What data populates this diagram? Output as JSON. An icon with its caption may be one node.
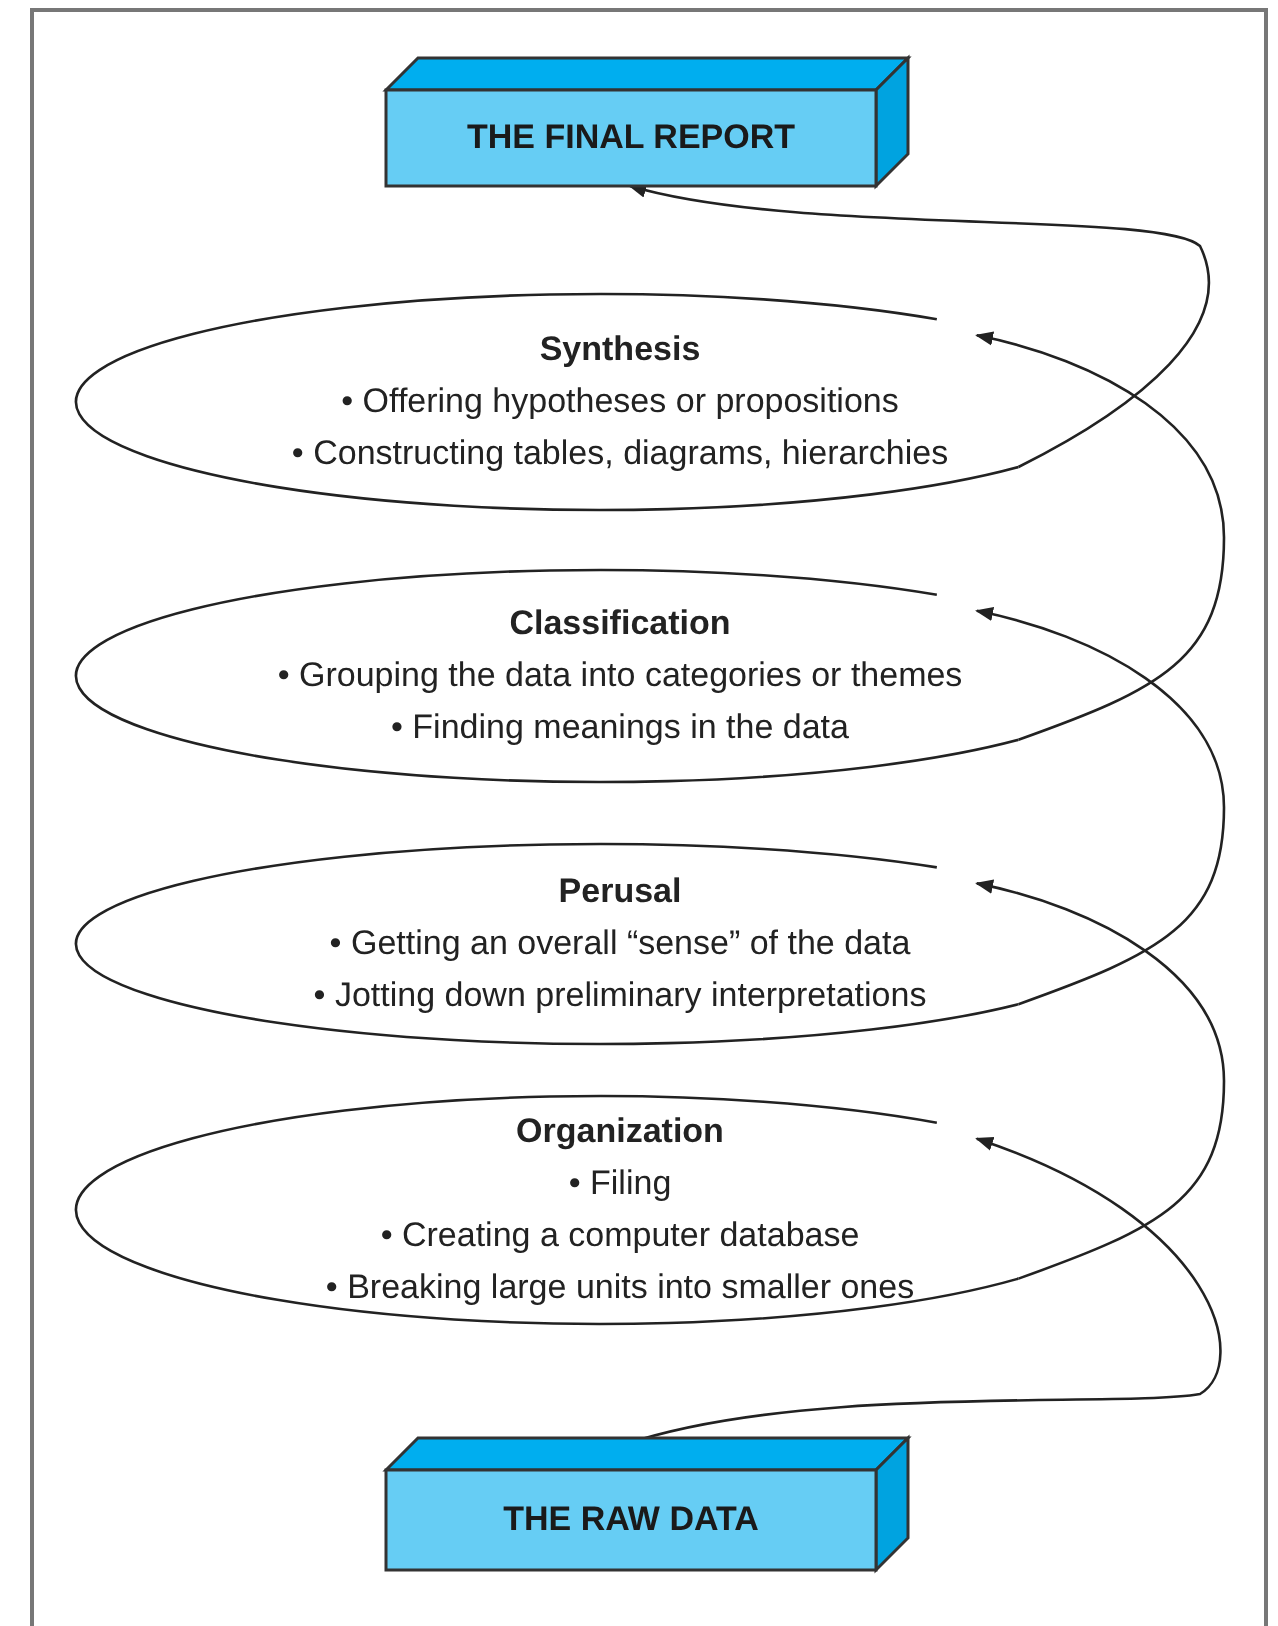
{
  "diagram": {
    "nodes": [
      {
        "text": [
          "THE FINAL REPORT"
        ]
      },
      {
        "text": [
          "Synthesis",
          "• Offering hypotheses or propositions",
          "• Constructing tables, diagrams, hierarchies"
        ]
      },
      {
        "text": [
          "Classification",
          "• Grouping the data into categories or themes",
          "• Finding meanings in the data"
        ]
      },
      {
        "text": [
          "Perusal",
          "• Getting an overall “sense” of the data",
          "• Jotting down preliminary interpretations"
        ]
      },
      {
        "text": [
          "Organization",
          "• Filing",
          "• Creating a computer database",
          "• Breaking large units into smaller ones"
        ]
      },
      {
        "text": [
          "THE RAW DATA"
        ]
      }
    ],
    "edges": [
      {
        "from": 5,
        "to": 4,
        "arrow": "to"
      },
      {
        "from": 4,
        "to": 3,
        "arrow": "to"
      },
      {
        "from": 3,
        "to": 2,
        "arrow": "to"
      },
      {
        "from": 2,
        "to": 1,
        "arrow": "to"
      },
      {
        "from": 1,
        "to": 0,
        "arrow": "to"
      }
    ]
  }
}
